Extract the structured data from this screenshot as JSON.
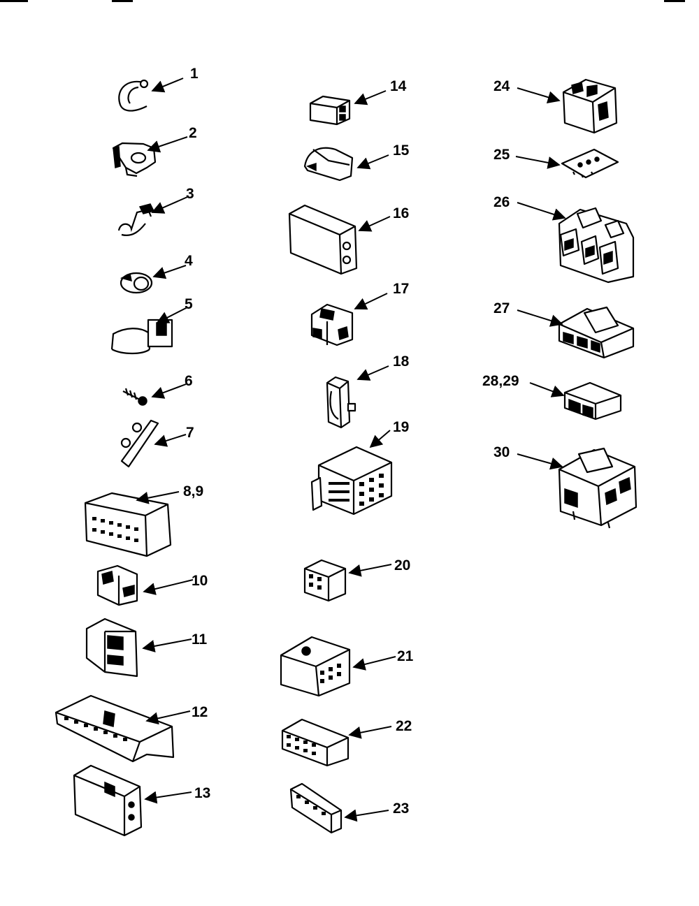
{
  "diagram": {
    "callouts": [
      "1",
      "2",
      "3",
      "4",
      "5",
      "6",
      "7",
      "8,9",
      "10",
      "11",
      "12",
      "13",
      "14",
      "15",
      "16",
      "17",
      "18",
      "19",
      "20",
      "21",
      "22",
      "23",
      "24",
      "25",
      "26",
      "27",
      "28,29",
      "30"
    ]
  }
}
